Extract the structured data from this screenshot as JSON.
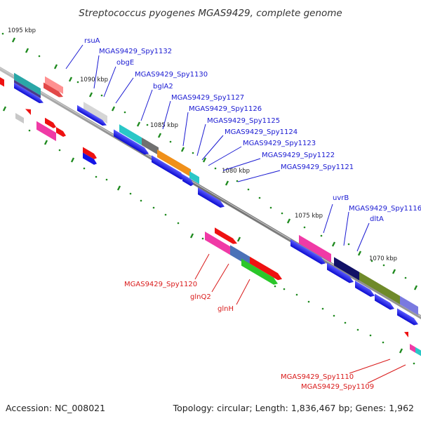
{
  "title": "Streptococcus pyogenes MGAS9429, complete genome",
  "footer": {
    "accession": "Accession: NC_008021",
    "summary": "Topology: circular; Length: 1,836,467 bp; Genes: 1,962"
  },
  "kbp_labels": [
    "1095 kbp",
    "1090 kbp",
    "1085 kbp",
    "1080 kbp",
    "1075 kbp",
    "1070 kbp"
  ],
  "gene_labels_top": [
    "rsuA",
    "MGAS9429_Spy1132",
    "obgE",
    "MGAS9429_Spy1130",
    "bglA2",
    "MGAS9429_Spy1127",
    "MGAS9429_Spy1126",
    "MGAS9429_Spy1125",
    "MGAS9429_Spy1124",
    "MGAS9429_Spy1123",
    "MGAS9429_Spy1122",
    "MGAS9429_Spy1121",
    "uvrB",
    "MGAS9429_Spy1116",
    "dltA"
  ],
  "gene_labels_bottom": [
    "MGAS9429_Spy1120",
    "glnQ2",
    "glnH",
    "MGAS9429_Spy1110",
    "MGAS9429_Spy1109"
  ],
  "colors": {
    "backbone": "#8a8a8a",
    "forward_cds": "#1414e6",
    "reverse_cds": "#ee1111",
    "tick": "#1f8a1f",
    "label_forward": "#1a1ad2",
    "label_reverse": "#d91a1a"
  }
}
